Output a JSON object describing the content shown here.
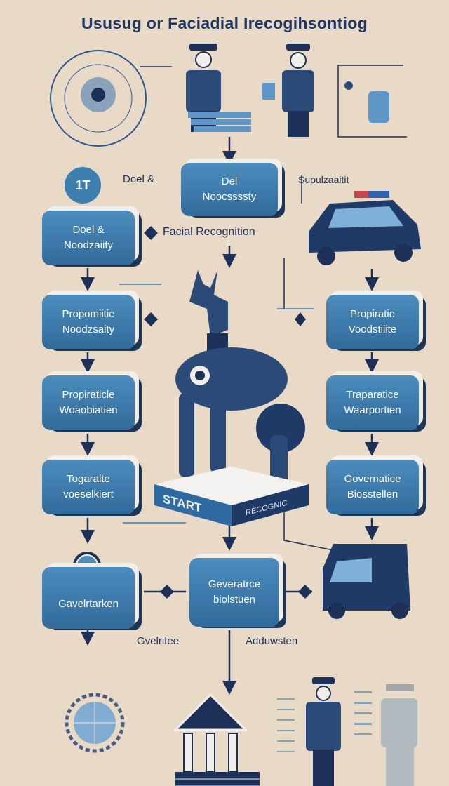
{
  "title": "Ususug or Faciadial Irecogihsontiog",
  "step_badge": "1T",
  "labels": {
    "doel": "Doel &",
    "supulzaaitit": "Supulzaaitit",
    "facial_recognition": "Facial Recognition",
    "gvelritee": "Gvelritee",
    "adduwsten": "Adduwsten"
  },
  "boxes": {
    "top_center": [
      "Del",
      "Noocssssty"
    ],
    "left_1": [
      "Doel &",
      "Noodzaiity"
    ],
    "left_2": [
      "Propomiitie",
      "Noodzsaity"
    ],
    "left_3": [
      "Propiraticle",
      "Woaobiatien"
    ],
    "left_4": [
      "Togaralte",
      "voeselkiert"
    ],
    "left_5": [
      "Gavelrtarken"
    ],
    "right_1": [
      "Propiratie",
      "Voodstiiite"
    ],
    "right_2": [
      "Traparatice",
      "Waarportien"
    ],
    "right_3": [
      "Governatice",
      "Biosstellen"
    ],
    "center_bottom": [
      "Geveratrce",
      "biolstuen"
    ]
  },
  "platform": {
    "start": "START",
    "side": "RECOGNIC"
  },
  "colors": {
    "background": "#e9dac8",
    "box": "#3f7fb0",
    "navy": "#1c3058"
  }
}
